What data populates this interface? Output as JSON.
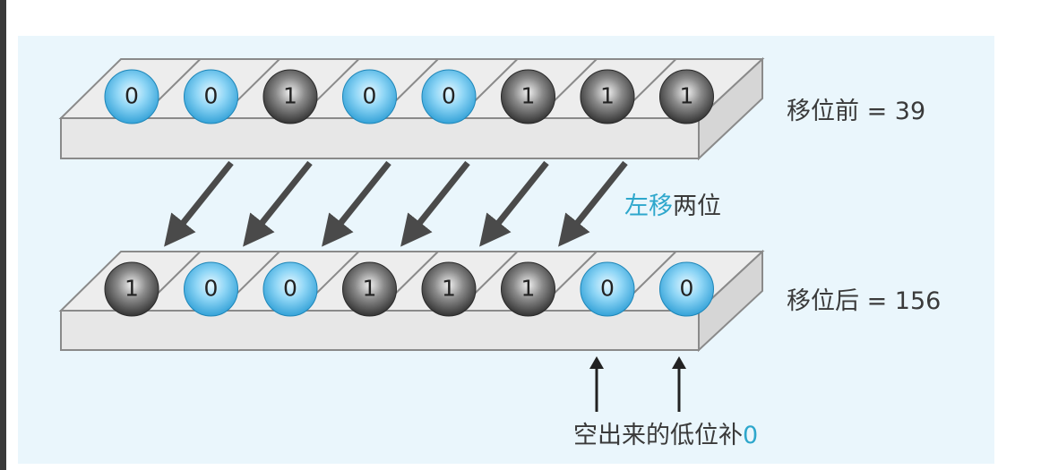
{
  "before": {
    "label": "移位前 = 39",
    "bits": [
      "0",
      "0",
      "1",
      "0",
      "0",
      "1",
      "1",
      "1"
    ]
  },
  "after": {
    "label": "移位后 = 156",
    "bits": [
      "1",
      "0",
      "0",
      "1",
      "1",
      "1",
      "0",
      "0"
    ]
  },
  "shift": {
    "highlight": "左移",
    "rest": "两位"
  },
  "fill_note": {
    "text": "空出来的低位补",
    "highlight": "0"
  },
  "colors": {
    "accent": "#2ea7cc",
    "ball_zero": "#41b4e4",
    "ball_one": "#555555",
    "tray_face": "#e7e7e7",
    "tray_top": "#ededed",
    "tray_stroke": "#8a8a8a",
    "panel_bg": "#eaf6fc",
    "arrow": "#4a4a4a"
  }
}
